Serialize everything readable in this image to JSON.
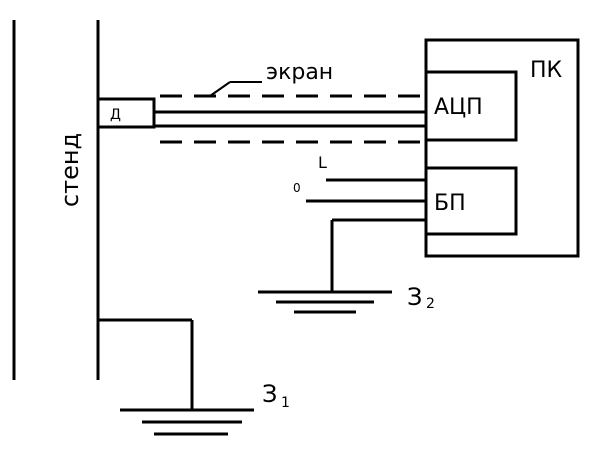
{
  "labels": {
    "stand": "стенд",
    "sensor": "Д",
    "screen": "экран",
    "pc": "ПК",
    "adc": "АЦП",
    "power_supply": "БП",
    "phase": "L",
    "neutral": "0",
    "ground_2": {
      "letter": "З",
      "index": "2"
    },
    "ground_1": {
      "letter": "З",
      "index": "1"
    }
  }
}
